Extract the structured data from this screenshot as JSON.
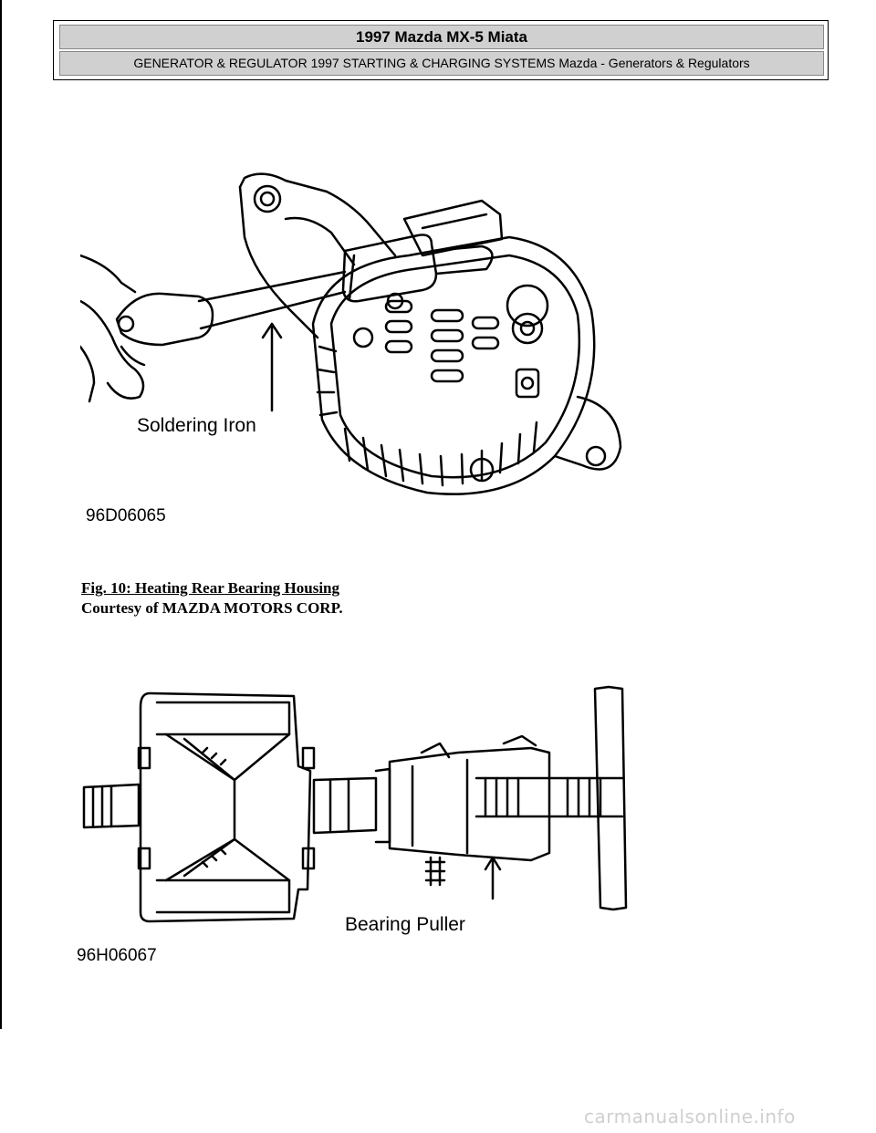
{
  "header": {
    "title": "1997 Mazda MX-5 Miata",
    "subtitle": "GENERATOR & REGULATOR 1997 STARTING & CHARGING SYSTEMS Mazda - Generators & Regulators"
  },
  "figure1": {
    "label": "Soldering Iron",
    "code": "96D06065",
    "caption_title": "Fig. 10: Heating Rear Bearing Housing",
    "caption_credit": "Courtesy of MAZDA MOTORS CORP."
  },
  "figure2": {
    "label": "Bearing Puller",
    "code": "96H06067"
  },
  "watermark": "carmanualsonline.info"
}
